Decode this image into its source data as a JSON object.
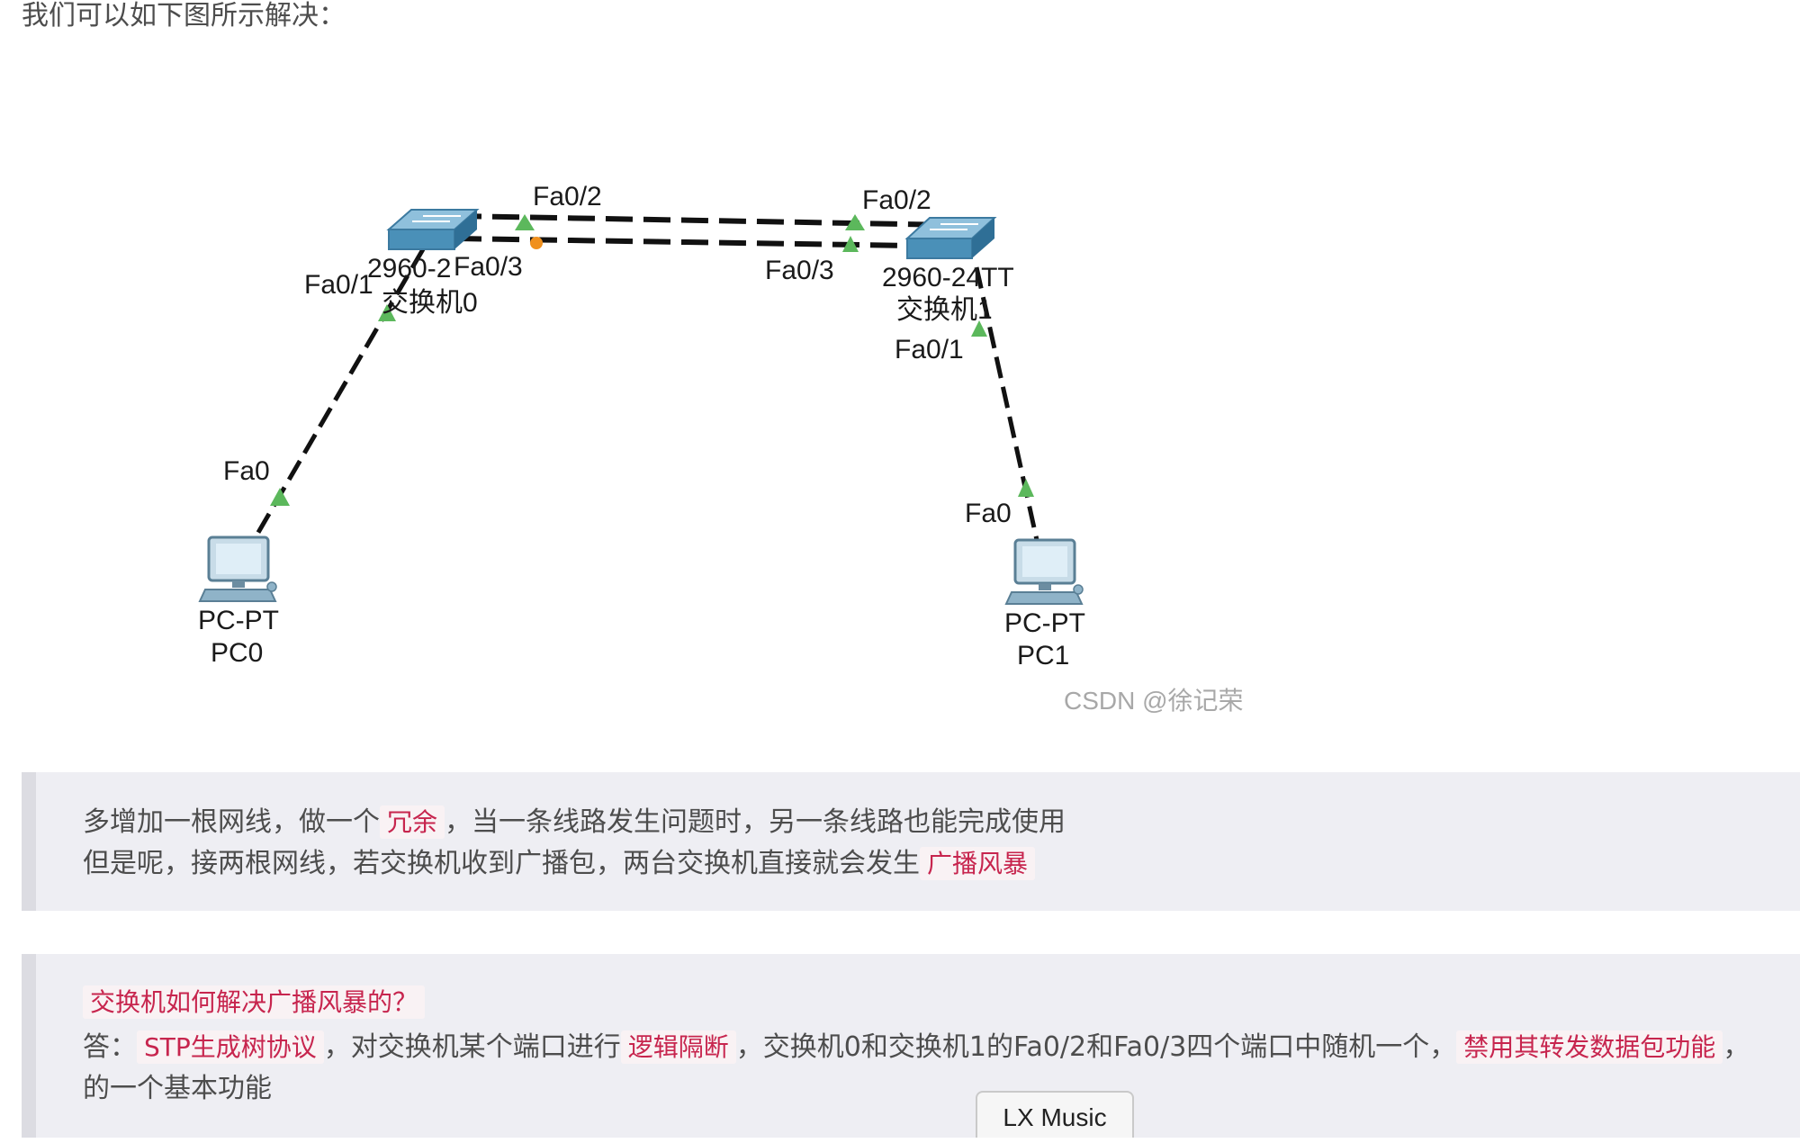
{
  "intro": "我们可以如下图所示解决：",
  "diagram": {
    "switch0": {
      "model": "2960-2",
      "name": "交换机0"
    },
    "switch1": {
      "model": "2960-24TT",
      "name": "交换机1"
    },
    "pc0": {
      "model": "PC-PT",
      "name": "PC0"
    },
    "pc1": {
      "model": "PC-PT",
      "name": "PC1"
    },
    "ports": {
      "s0_top_fa02": "Fa0/2",
      "s0_fa03": "Fa0/3",
      "s0_fa01": "Fa0/1",
      "s1_fa02": "Fa0/2",
      "s1_fa03": "Fa0/3",
      "s1_fa01": "Fa0/1",
      "pc0_fa0": "Fa0",
      "pc1_fa0": "Fa0"
    },
    "watermark": "CSDN @徐记荣",
    "colors": {
      "link_up": "#5cb85c",
      "link_blocked": "#f0901e",
      "switch": "#4a90b8"
    }
  },
  "quote1": {
    "line1_a": "多增加一根网线，做一个",
    "line1_hl": "冗余",
    "line1_b": "，当一条线路发生问题时，另一条线路也能完成使用",
    "line2_a": "但是呢，接两根网线，若交换机收到广播包，两台交换机直接就会发生",
    "line2_hl": "广播风暴"
  },
  "quote2": {
    "question": "交换机如何解决广播风暴的？",
    "answer_prefix": "答：",
    "hl1": "STP生成树协议",
    "text1": "，对交换机某个端口进行",
    "hl2": "逻辑隔断",
    "text2": "，交换机0和交换机1的Fa0/2和Fa0/3四个端口中随机一个，",
    "hl3": "禁用其转发数据包功能",
    "text3": "，",
    "line3": "的一个基本功能"
  },
  "dock": {
    "label": "LX Music"
  }
}
